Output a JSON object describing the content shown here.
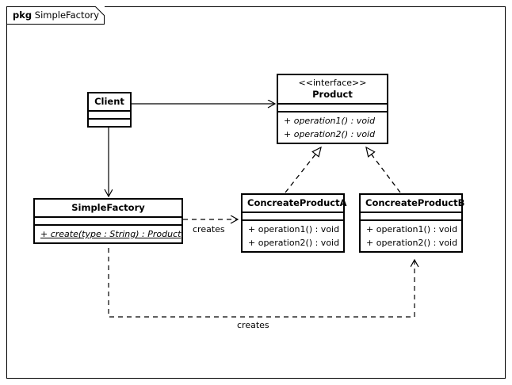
{
  "diagram": {
    "package": {
      "keyword": "pkg",
      "name": "SimpleFactory"
    },
    "classes": [
      {
        "id": "client",
        "name": "Client",
        "stereotype": "",
        "attributes": [],
        "operations": []
      },
      {
        "id": "product",
        "name": "Product",
        "stereotype": "<<interface>>",
        "attributes": [],
        "operations": [
          "+ operation1() : void",
          "+ operation2() : void"
        ]
      },
      {
        "id": "simplefactory",
        "name": "SimpleFactory",
        "stereotype": "",
        "attributes": [],
        "operations": [
          "+ create(type : String) : Product"
        ]
      },
      {
        "id": "concreateproducta",
        "name": "ConcreateProductA",
        "stereotype": "",
        "attributes": [],
        "operations": [
          "+ operation1() : void",
          "+ operation2() : void"
        ]
      },
      {
        "id": "concreateproductb",
        "name": "ConcreateProductB",
        "stereotype": "",
        "attributes": [],
        "operations": [
          "+ operation1() : void",
          "+ operation2() : void"
        ]
      }
    ],
    "relations": [
      {
        "id": "client-product",
        "from": "Client",
        "to": "Product",
        "type": "association",
        "label": ""
      },
      {
        "id": "client-simplefactory",
        "from": "Client",
        "to": "SimpleFactory",
        "type": "association",
        "label": ""
      },
      {
        "id": "producta-product",
        "from": "ConcreateProductA",
        "to": "Product",
        "type": "realization",
        "label": ""
      },
      {
        "id": "productb-product",
        "from": "ConcreateProductB",
        "to": "Product",
        "type": "realization",
        "label": ""
      },
      {
        "id": "factory-producta",
        "from": "SimpleFactory",
        "to": "ConcreateProductA",
        "type": "dependency",
        "label": "creates"
      },
      {
        "id": "factory-productb",
        "from": "SimpleFactory",
        "to": "ConcreateProductB",
        "type": "dependency",
        "label": "creates"
      }
    ],
    "labels": {
      "creates_a": "creates",
      "creates_b": "creates"
    },
    "colors": {
      "stroke": "#000000",
      "background": "#ffffff"
    }
  }
}
